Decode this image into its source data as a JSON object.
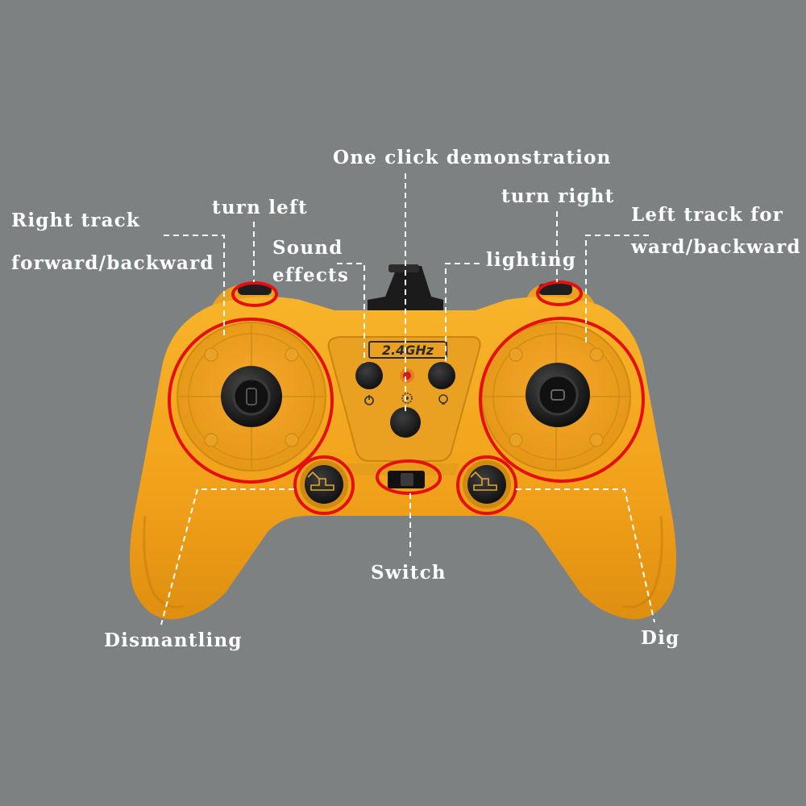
{
  "colors": {
    "background": "#7d8182",
    "controller_body": "#f2a31b",
    "highlight_ring": "#e3100f",
    "callout_line": "#ffffff",
    "label_text": "#ffffff"
  },
  "labels": {
    "one_click_demo": "One click demonstration",
    "turn_left": "turn left",
    "turn_right": "turn right",
    "right_track_line1": "Right track",
    "right_track_line2": "forward/backward",
    "left_track_line1": "Left track for",
    "left_track_line2": "ward/backward",
    "sound_line1": "Sound",
    "sound_line2": "effects",
    "lighting": "lighting",
    "switch": "Switch",
    "dismantling": "Dismantling",
    "dig": "Dig"
  },
  "controller": {
    "badge_text": "2.4GHz",
    "left_icon": "excavator-icon",
    "right_icon": "excavator-icon",
    "power_icon": "power-icon",
    "demo_icon": "gear-bulb-icon",
    "light_icon": "bulb-icon"
  }
}
